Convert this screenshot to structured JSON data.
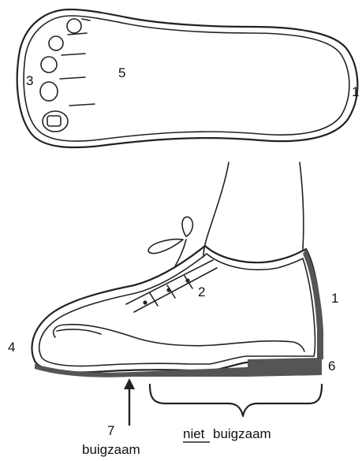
{
  "callouts": {
    "sole_heel": "1",
    "sole_toe_side": "3",
    "sole_forefoot": "5",
    "shoe_laces": "2",
    "shoe_heel": "1",
    "shoe_toe": "4",
    "shoe_heel_bottom": "6",
    "flex_point": "7"
  },
  "labels": {
    "flexible": "buigzaam",
    "not_word": "niet",
    "not_flexible_rest": "buigzaam"
  },
  "colors": {
    "line": "#222222",
    "sole_fill": "#555555"
  }
}
